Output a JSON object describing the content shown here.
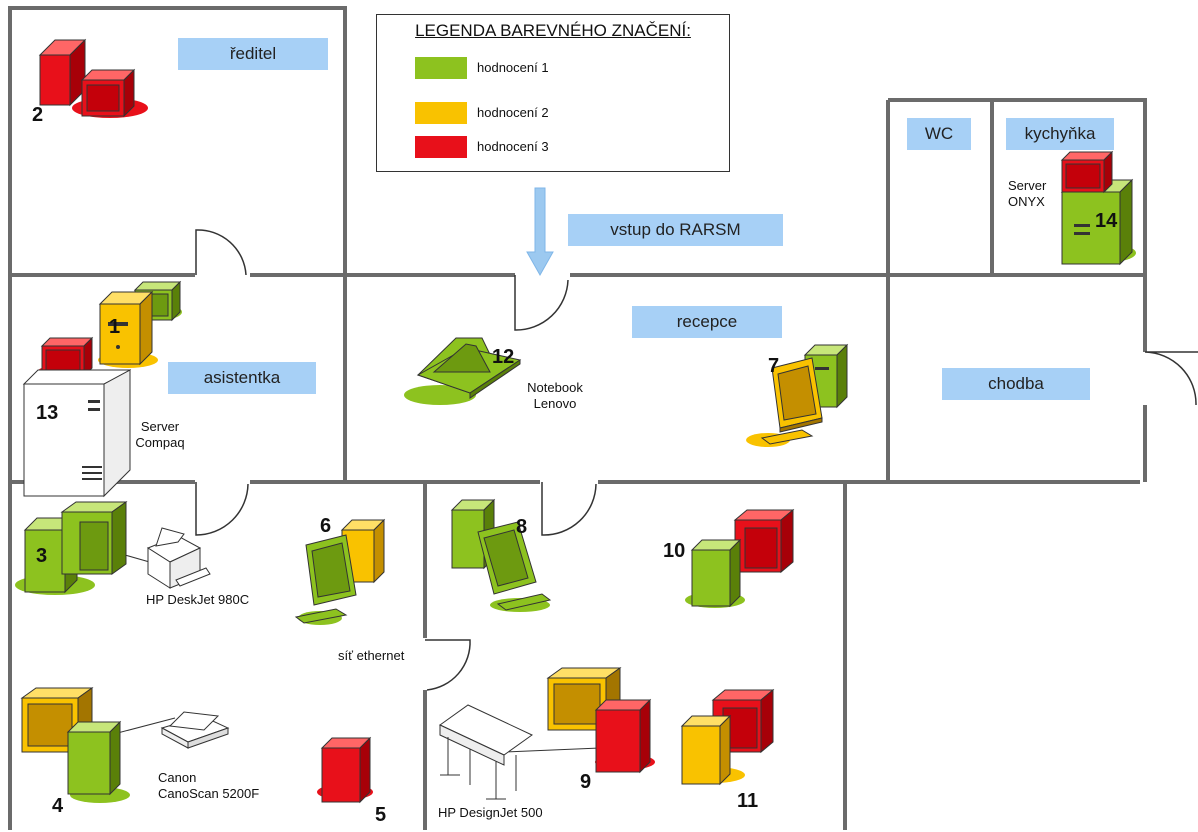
{
  "colors": {
    "green": "#8dc21f",
    "yellow": "#f9c200",
    "red": "#e8101a",
    "label_bg": "#a7d0f6",
    "arrow": "#9cc9f0",
    "wall": "#6b6b6b"
  },
  "legend": {
    "title": "LEGENDA BAREVNÉHO ZNAČENÍ:",
    "items": [
      {
        "label": "hodnocení 1",
        "color": "#8dc21f"
      },
      {
        "label": "hodnocení 2",
        "color": "#f9c200"
      },
      {
        "label": "hodnocení 3",
        "color": "#e8101a"
      }
    ]
  },
  "rooms": {
    "reditel": "ředitel",
    "asistentka": "asistentka",
    "recepce": "recepce",
    "chodba": "chodba",
    "wc": "WC",
    "kuchynka": "kychyňka",
    "entrance": "vstup do RARSM"
  },
  "devices": [
    {
      "id": "d2",
      "number": "2",
      "type": "desktop-crt",
      "rating": 3
    },
    {
      "id": "d1",
      "number": "1",
      "type": "tower-crt",
      "rating": 2
    },
    {
      "id": "d13",
      "number": "13",
      "type": "server-tower",
      "rating": 0
    },
    {
      "id": "d12",
      "number": "12",
      "type": "notebook",
      "rating": 1
    },
    {
      "id": "d7",
      "number": "7",
      "type": "tower-lcd",
      "rating": 1
    },
    {
      "id": "d14",
      "number": "14",
      "type": "server-tower",
      "rating": 1
    },
    {
      "id": "d3",
      "number": "3",
      "type": "tower-crt",
      "rating": 1
    },
    {
      "id": "d6",
      "number": "6",
      "type": "tower-lcd",
      "rating": 2
    },
    {
      "id": "d8",
      "number": "8",
      "type": "tower-lcd",
      "rating": 1
    },
    {
      "id": "d10",
      "number": "10",
      "type": "tower-crt",
      "rating": 1
    },
    {
      "id": "d4",
      "number": "4",
      "type": "tower-crt",
      "rating": 2
    },
    {
      "id": "d5",
      "number": "5",
      "type": "tower",
      "rating": 3
    },
    {
      "id": "d9",
      "number": "9",
      "type": "tower-crt",
      "rating": 3
    },
    {
      "id": "d11",
      "number": "11",
      "type": "tower-crt",
      "rating": 2
    }
  ],
  "captions": {
    "server_compaq": [
      "Server",
      "Compaq"
    ],
    "notebook_lenovo": [
      "Notebook",
      "Lenovo"
    ],
    "server_onyx": [
      "Server",
      "ONYX"
    ],
    "printer_deskjet": "HP DeskJet 980C",
    "scanner_canon": [
      "Canon",
      "CanoScan 5200F"
    ],
    "network": "síť ethernet",
    "plotter_designjet": "HP DesignJet 500"
  }
}
